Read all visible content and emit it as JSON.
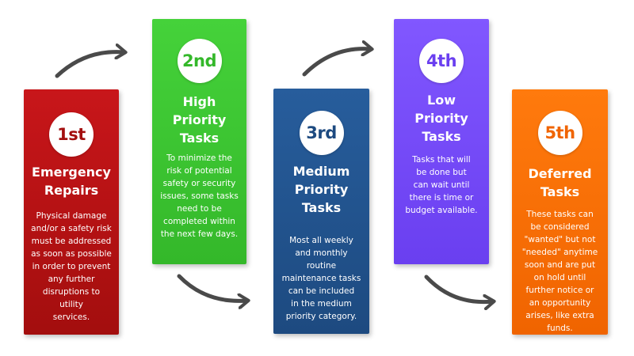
{
  "steps": [
    {
      "badge": "1st",
      "title": "Emergency\nRepairs",
      "description": "Physical damage\nand/or a safety risk\nmust be addressed\nas soon as possible\nin order to prevent\nany further\ndisruptions to utility\nservices.",
      "color": "#a30e0e",
      "color_light": "#c8161a"
    },
    {
      "badge": "2nd",
      "title": "High\nPriority\nTasks",
      "description": "To minimize the\nrisk of potential\nsafety or security\nissues, some tasks\nneed to be\ncompleted within\nthe next few days.",
      "color": "#34b82a",
      "color_light": "#45d23a"
    },
    {
      "badge": "3rd",
      "title": "Medium\nPriority\nTasks",
      "description": "Most all weekly\nand monthly routine\nmaintenance tasks\ncan be included\nin the medium\npriority category.",
      "color": "#1d4a80",
      "color_light": "#275d9c"
    },
    {
      "badge": "4th",
      "title": "Low\nPriority\nTasks",
      "description": "Tasks that will\nbe done but\ncan wait until\nthere is time or\nbudget available.",
      "color": "#6a3ff0",
      "color_light": "#8157ff"
    },
    {
      "badge": "5th",
      "title": "Deferred\nTasks",
      "description": "These tasks can\nbe considered\n\"wanted\" but not\n\"needed\" anytime\nsoon and are put\non hold until\nfurther notice or\nan opportunity\narises, like extra\nfunds.",
      "color": "#f06400",
      "color_light": "#ff7a0d"
    }
  ],
  "arrow_color": "#4a4a4a"
}
